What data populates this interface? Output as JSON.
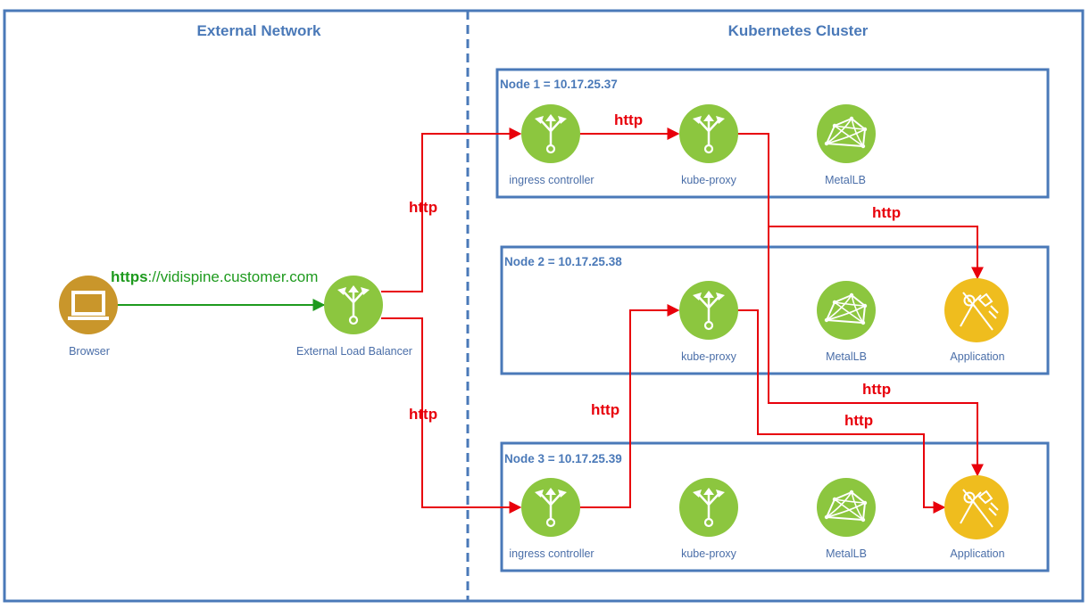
{
  "regions": {
    "external_title": "External Network",
    "cluster_title": "Kubernetes Cluster"
  },
  "nodes": {
    "node1_title": "Node 1 = 10.17.25.37",
    "node2_title": "Node 2 = 10.17.25.38",
    "node3_title": "Node 3 = 10.17.25.39"
  },
  "components": {
    "browser": "Browser",
    "external_lb": "External Load Balancer",
    "ingress_controller": "ingress controller",
    "kube_proxy": "kube-proxy",
    "metallb": "MetalLB",
    "application": "Application"
  },
  "connections": {
    "https_scheme": "https",
    "https_rest": "://vidispine.customer.com",
    "http": "http"
  },
  "colors": {
    "box_border": "#4a79b8",
    "green_node": "#8cc63f",
    "yellow_node": "#efbd1e",
    "browser_node": "#c9962b",
    "http_arrow": "#e8000b",
    "https_arrow": "#1e9a1e"
  }
}
